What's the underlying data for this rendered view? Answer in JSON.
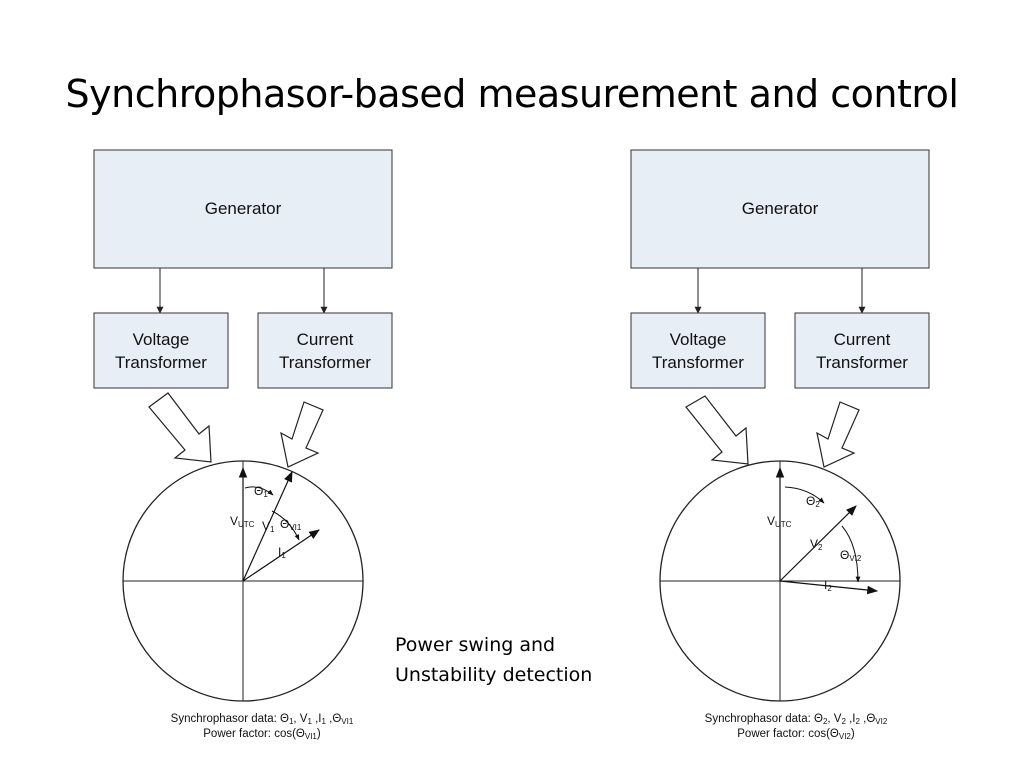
{
  "title": "Synchrophasor-based measurement and control",
  "left": {
    "generator": "Generator",
    "vt_line1": "Voltage",
    "vt_line2": "Transformer",
    "ct_line1": "Current",
    "ct_line2": "Transformer",
    "v_utc": {
      "main": "V",
      "sub": "UTC"
    },
    "theta": {
      "main": "Θ",
      "sub": "1"
    },
    "v": {
      "main": "V",
      "sub": "1"
    },
    "theta_vi": {
      "main": "Θ",
      "sub": "VI1"
    },
    "i": {
      "main": "I",
      "sub": "1"
    },
    "caption1": {
      "prefix": "Synchrophasor data: Θ",
      "s1": "1",
      "t2": ", V",
      "s2": "1",
      "t3": " ,I",
      "s3": "1",
      "t4": " ,Θ",
      "s4": "VI1"
    },
    "caption2": {
      "prefix": "Power factor: cos(Θ",
      "s1": "VI1",
      "suffix": ")"
    }
  },
  "right": {
    "generator": "Generator",
    "vt_line1": "Voltage",
    "vt_line2": "Transformer",
    "ct_line1": "Current",
    "ct_line2": "Transformer",
    "v_utc": {
      "main": "V",
      "sub": "UTC"
    },
    "theta": {
      "main": "Θ",
      "sub": "2"
    },
    "v": {
      "main": "V",
      "sub": "2"
    },
    "theta_vi": {
      "main": "Θ",
      "sub": "VI2"
    },
    "i": {
      "main": "I",
      "sub": "2"
    },
    "caption1": {
      "prefix": "Synchrophasor data: Θ",
      "s1": "2",
      "t2": ", V",
      "s2": "2",
      "t3": " ,I",
      "s3": "2",
      "t4": " ,Θ",
      "s4": "VI2"
    },
    "caption2": {
      "prefix": "Power factor: cos(Θ",
      "s1": "VI2",
      "suffix": ")"
    }
  },
  "note": {
    "line1": "Power swing and",
    "line2": "Unstability detection"
  },
  "colors": {
    "box_fill": "#e8eef6",
    "stroke": "#333333"
  }
}
